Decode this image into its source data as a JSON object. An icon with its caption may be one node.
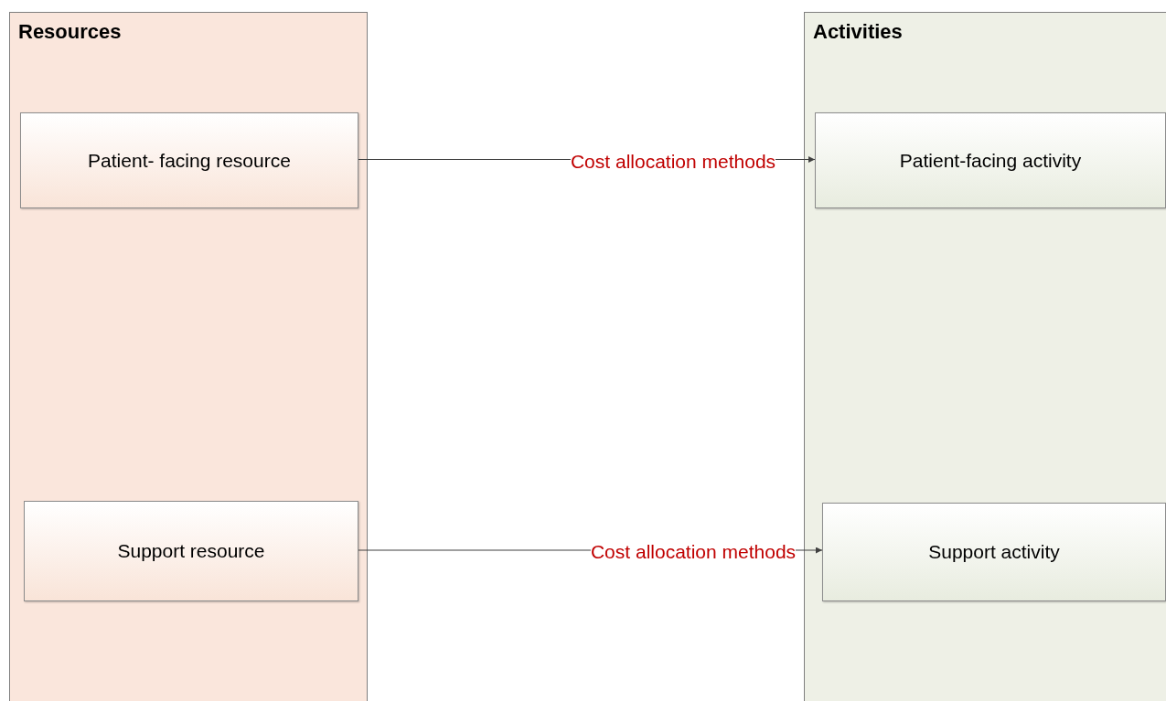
{
  "diagram": {
    "nodes": [
      {
        "text": [
          "Resources"
        ]
      },
      {
        "text": [
          "Patient- facing resource"
        ],
        "in": 0
      },
      {
        "text": [
          "Support resource"
        ],
        "in": 0
      },
      {
        "text": [
          "Activities"
        ]
      },
      {
        "text": [
          "Patient-facing activity"
        ],
        "in": 3
      },
      {
        "text": [
          "Support activity"
        ],
        "in": 3
      }
    ],
    "edges": [
      {
        "from": 1,
        "to": 4,
        "arrow": "to",
        "label": "Cost allocation methods"
      },
      {
        "from": 2,
        "to": 5,
        "arrow": "to",
        "label": "Cost allocation methods"
      }
    ]
  }
}
